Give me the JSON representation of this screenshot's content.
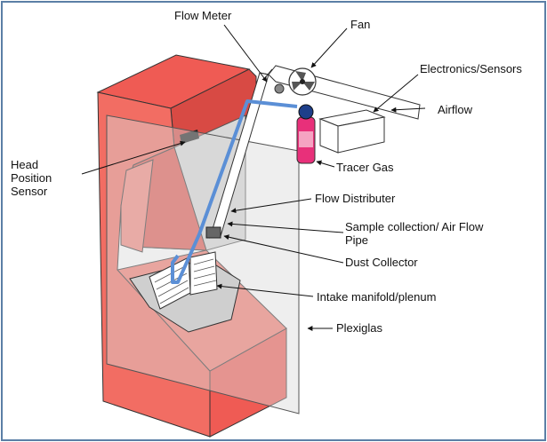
{
  "labels": {
    "flow_meter": "Flow Meter",
    "fan": "Fan",
    "electronics": "Electronics/Sensors",
    "airflow": "Airflow",
    "head_line1": "Head",
    "head_line2": "Position",
    "head_line3": "Sensor",
    "tracer_gas": "Tracer Gas",
    "flow_distributer": "Flow Distributer",
    "sample_line1": "Sample collection/ Air Flow",
    "sample_line2": "Pipe",
    "dust_collector": "Dust Collector",
    "intake": "Intake manifold/plenum",
    "plexiglas": "Plexiglas"
  },
  "colors": {
    "cabinet": "#f26d63",
    "cabinet_top": "#ef5b54",
    "cabinet_dark": "#d84a44",
    "plexiglas": "#d9d9d9",
    "pipe_blue": "#5b8fd6",
    "tracer_gas": "#e8307a",
    "tracer_cap": "#1e3f8a",
    "frame": "#5b7fa6"
  }
}
